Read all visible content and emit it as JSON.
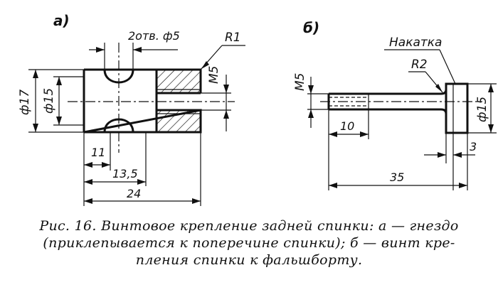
{
  "figure_a": {
    "panel_label": "а)",
    "holes_label": "2отв. ф5",
    "radius_label": "R1",
    "thread_label": "М5",
    "outer_dia_label": "ф17",
    "inner_dia_label": "ф15",
    "dim_11": "11",
    "dim_13_5": "13,5",
    "dim_24": "24"
  },
  "figure_b": {
    "panel_label": "б)",
    "knurl_label": "Накатка",
    "radius_label": "R2",
    "thread_label": "М5",
    "head_dia_label": "ф15",
    "dim_10": "10",
    "dim_3": "3",
    "dim_35": "35"
  },
  "caption": {
    "line1": "Рис. 16. Винтовое крепление задней спинки: а — гнездо",
    "line2": "(приклепывается к поперечине спинки); б — винт кре-",
    "line3": "пления спинки к фальшборту."
  }
}
